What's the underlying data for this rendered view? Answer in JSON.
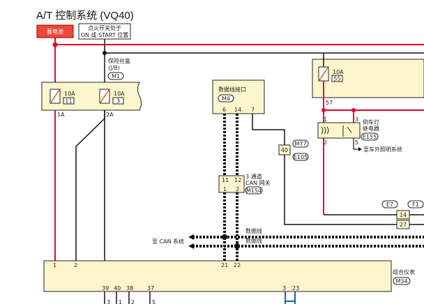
{
  "title": "A/T 控制系统 (VQ40)",
  "battery_label": "蓄电池",
  "ignition_label_1": "点火开关处于",
  "ignition_label_2": "ON 或 START 位置",
  "fuse_box": {
    "label_1": "保险丝盒",
    "label_2": "(J/B)",
    "connector": "M1"
  },
  "fuse_a": {
    "rating": "10A",
    "number": "11",
    "pin": "1A"
  },
  "fuse_b": {
    "rating": "10A",
    "number": "3",
    "pin": "2A"
  },
  "fuse_c": {
    "rating": "10A",
    "number": "55",
    "pin": "57"
  },
  "dlc": {
    "label": "数据线接口",
    "connector": "M4",
    "pin_a": "6",
    "pin_b": "14",
    "pin_c": "7"
  },
  "splice": {
    "pin": "40",
    "connector_top": "M77",
    "connector_bottom": "E105"
  },
  "can_gateway": {
    "label_1": "3 通道",
    "label_2": "CAN 网关",
    "connector": "M154",
    "pin_tl": "11",
    "pin_tr": "12",
    "pin_bl": "1",
    "pin_br": "2"
  },
  "relay": {
    "label_1": "倒车灯",
    "label_2": "继电器",
    "connector": "E155",
    "pin_1": "1",
    "pin_2": "2",
    "pin_3": "3",
    "pin_5": "5",
    "dest": "至车外照明系统"
  },
  "connector_e7": {
    "name": "E7",
    "pin": "14"
  },
  "connector_f1": {
    "name": "F1",
    "pin": "27"
  },
  "data_line_1": "数据线",
  "data_line_2": "数据线",
  "to_can": "至 CAN 系统",
  "combination_meter": {
    "label": "组合仪表",
    "connector": "M34",
    "top_pins": [
      "1",
      "2",
      "21",
      "22"
    ],
    "bottom_pins": [
      "39",
      "40",
      "38",
      "37",
      "3",
      "23"
    ],
    "below_pins": [
      "3",
      "1",
      "2",
      "5"
    ]
  },
  "colors": {
    "battery_red": "#ff0000",
    "wire_red": "#e8002a",
    "box_fill": "#fdf5cc",
    "wire_blue": "#1060c0",
    "fuse_orange": "#e06000"
  }
}
